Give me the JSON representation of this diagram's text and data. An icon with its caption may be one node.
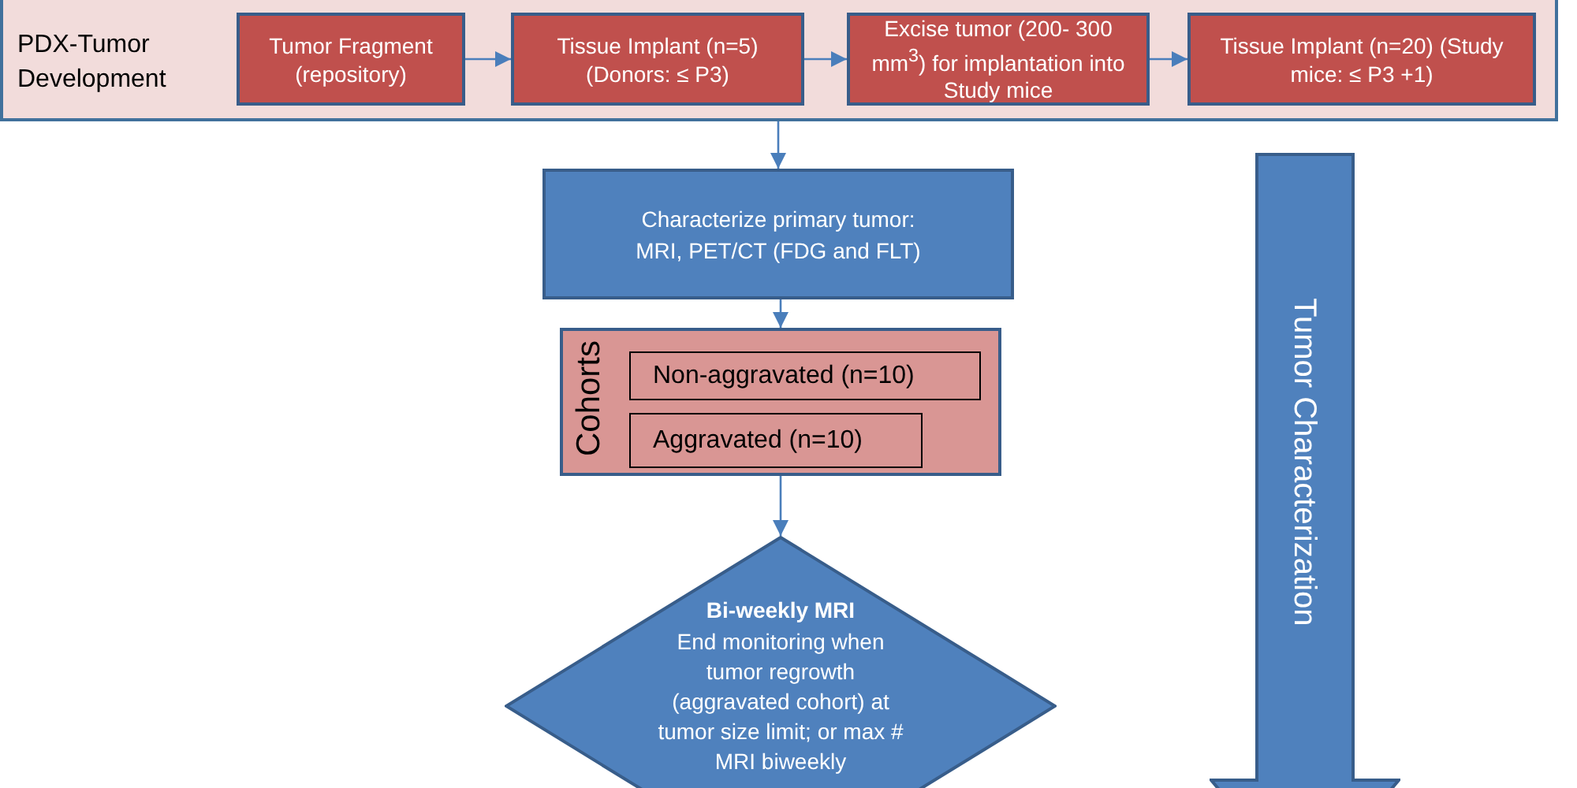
{
  "diagram": {
    "nodes": [
      {
        "text": [
          "PDX-Tumor Development"
        ]
      },
      {
        "text": [
          "Tumor Fragment (repository)"
        ],
        "in": 0
      },
      {
        "text": [
          "Tissue Implant (n=5) (Donors: ≤ P3)"
        ],
        "in": 0
      },
      {
        "text": [
          "Excise tumor (200- 300 mm$^{3}$) for implantation into Study mice"
        ],
        "in": 0
      },
      {
        "text": [
          "Tissue Implant (n=20) (Study mice: ≤ P3 +1)"
        ],
        "in": 0
      },
      {
        "text": [
          "Characterize primary tumor: MRI, PET/CT (FDG and FLT)"
        ]
      },
      {
        "text": [
          "Cohorts"
        ]
      },
      {
        "text": [
          "Non-aggravated (n=10)"
        ],
        "in": 6
      },
      {
        "text": [
          "Aggravated (n=10)"
        ],
        "in": 6
      },
      {
        "text": [
          "Bi-weekly MRI",
          "End monitoring when tumor regrowth (aggravated cohort) at tumor size limit; or max # MRI biweekly"
        ]
      },
      {
        "text": [
          "Tumor Characterization"
        ]
      }
    ],
    "edges": [
      {
        "from": 1,
        "to": 2,
        "arrow": "to"
      },
      {
        "from": 2,
        "to": 3,
        "arrow": "to"
      },
      {
        "from": 3,
        "to": 4,
        "arrow": "to"
      },
      {
        "from": 0,
        "to": 5,
        "arrow": "to"
      },
      {
        "from": 5,
        "to": 6,
        "arrow": "to"
      },
      {
        "from": 6,
        "to": 9,
        "arrow": "to"
      }
    ]
  }
}
